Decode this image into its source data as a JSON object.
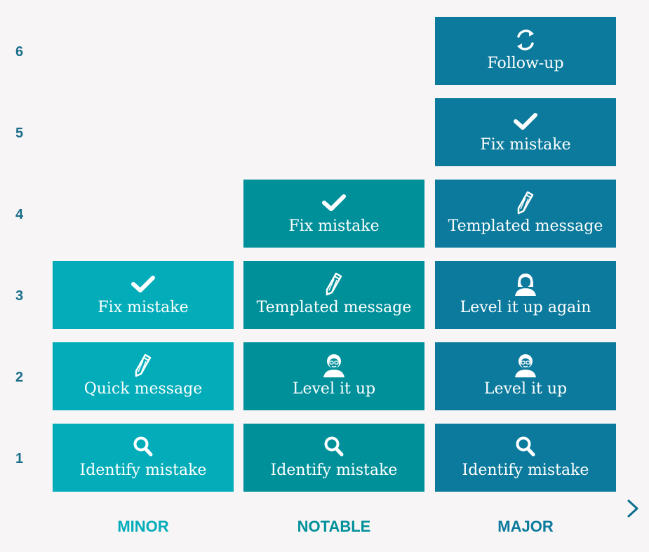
{
  "colors": {
    "minor": "#02adb9",
    "notable": "#00909a",
    "major": "#0c7a9c",
    "axis_start": "#8fdbe0",
    "axis_end": "#0b6f8e",
    "background": "#f7f5f6"
  },
  "levels": [
    "1",
    "2",
    "3",
    "4",
    "5",
    "6"
  ],
  "columns": {
    "minor": {
      "title": "MINOR",
      "steps": [
        {
          "label": "Identify mistake",
          "icon": "search-icon"
        },
        {
          "label": "Quick message",
          "icon": "pencil-icon"
        },
        {
          "label": "Fix mistake",
          "icon": "checkmark-icon"
        }
      ]
    },
    "notable": {
      "title": "NOTABLE",
      "steps": [
        {
          "label": "Identify mistake",
          "icon": "search-icon"
        },
        {
          "label": "Level it up",
          "icon": "person-icon"
        },
        {
          "label": "Templated message",
          "icon": "pencil-icon"
        },
        {
          "label": "Fix mistake",
          "icon": "checkmark-icon"
        }
      ]
    },
    "major": {
      "title": "MAJOR",
      "steps": [
        {
          "label": "Identify mistake",
          "icon": "search-icon"
        },
        {
          "label": "Level it up",
          "icon": "person-icon"
        },
        {
          "label": "Level it up again",
          "icon": "manager-icon"
        },
        {
          "label": "Templated message",
          "icon": "pencil-icon"
        },
        {
          "label": "Fix mistake",
          "icon": "checkmark-icon"
        },
        {
          "label": "Follow-up",
          "icon": "refresh-icon"
        }
      ]
    }
  }
}
